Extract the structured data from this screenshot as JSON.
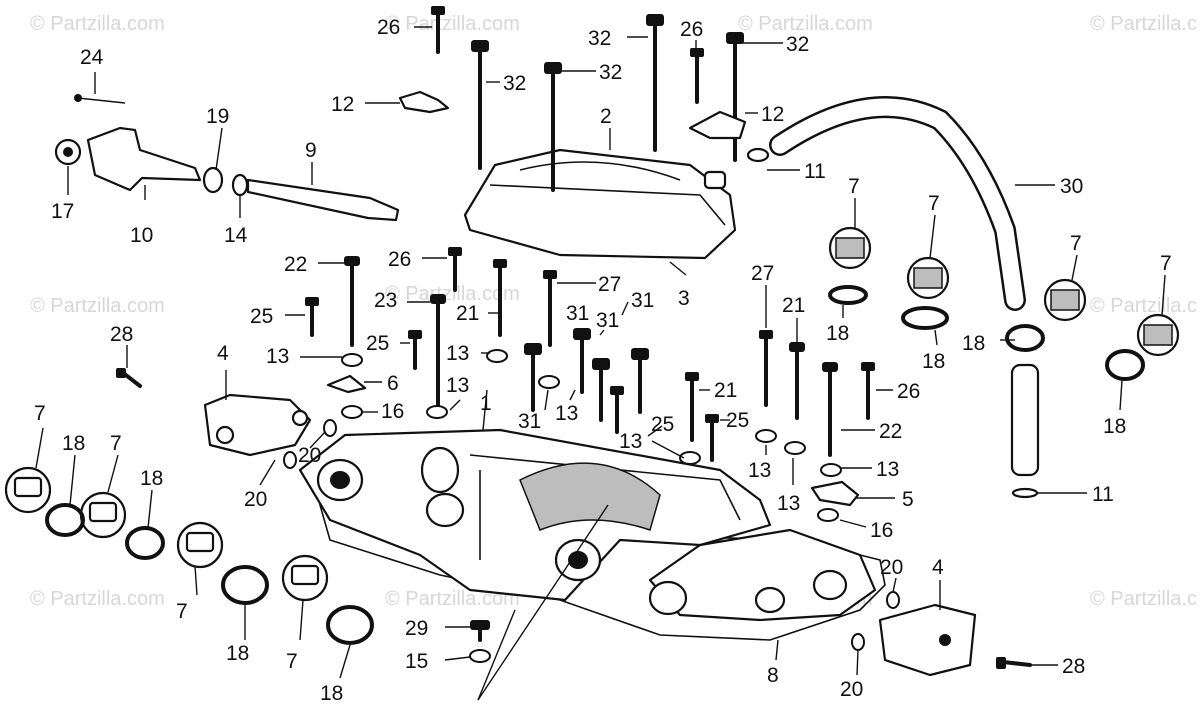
{
  "watermark": {
    "text": "© Partzilla.com",
    "short": "© Partzilla.c"
  },
  "callouts": {
    "c1": "1",
    "c2": "2",
    "c3": "3",
    "c4": "4",
    "c5": "5",
    "c6": "6",
    "c7": "7",
    "c8": "8",
    "c9": "9",
    "c10": "10",
    "c11": "11",
    "c12": "12",
    "c13": "13",
    "c14": "14",
    "c15": "15",
    "c16": "16",
    "c17": "17",
    "c18": "18",
    "c19": "19",
    "c20": "20",
    "c21": "21",
    "c22": "22",
    "c23": "23",
    "c24": "24",
    "c25": "25",
    "c26": "26",
    "c27": "27",
    "c28": "28",
    "c29": "29",
    "c30": "30",
    "c31": "31",
    "c32": "32"
  }
}
